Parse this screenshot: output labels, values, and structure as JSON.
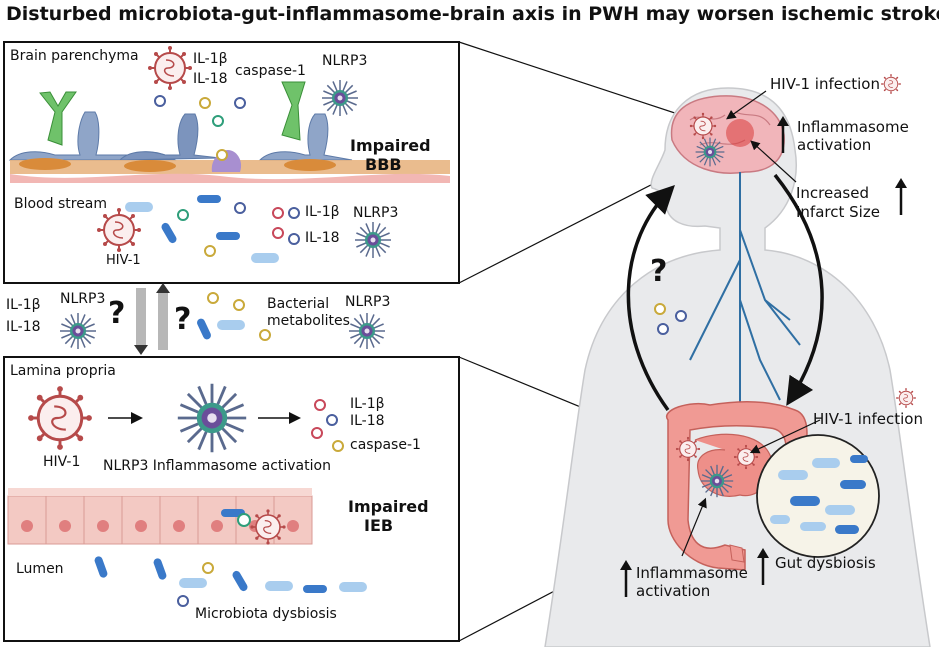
{
  "title": "Disturbed microbiota-gut-inflammasome-brain axis in PWH may worsen ischemic stroke",
  "top_panel": {
    "brain_parenchyma": "Brain parenchyma",
    "il1b": "IL-1β",
    "il18": "IL-18",
    "caspase1": "caspase-1",
    "nlrp3": "NLRP3",
    "impaired": "Impaired",
    "bbb": "BBB",
    "blood_stream": "Blood stream",
    "hiv1": "HIV-1",
    "il1b_b": "IL-1β",
    "il18_b": "IL-18",
    "nlrp3_b": "NLRP3"
  },
  "middle": {
    "il1b": "IL-1β",
    "il18": "IL-18",
    "nlrp3": "NLRP3",
    "q1": "?",
    "q2": "?",
    "bacterial": "Bacterial",
    "metabolites": "metabolites",
    "nlrp3_b": "NLRP3"
  },
  "bottom_panel": {
    "lamina_propria": "Lamina propria",
    "hiv1": "HIV-1",
    "activation": "NLRP3 Inflammasome activation",
    "il1b": "IL-1β",
    "il18": "IL-18",
    "caspase1": "caspase-1",
    "impaired": "Impaired",
    "ieb": "IEB",
    "lumen": "Lumen",
    "dysbiosis": "Microbiota dysbiosis"
  },
  "right": {
    "hiv_infection_top": "HIV-1 infection",
    "inflammasome": "Inflammasome",
    "activation": "activation",
    "increased": "Increased",
    "infarct": "Infarct Size",
    "q": "?",
    "hiv_infection_gut": "HIV-1 infection",
    "inflammasome_b": "Inflammasome",
    "activation_b": "activation",
    "gut_dysbiosis": "Gut dysbiosis"
  },
  "colors": {
    "il1b_circle": "#c8485a",
    "il18_circle": "#4a5f9e",
    "caspase_circle": "#c9a93a",
    "green_circle": "#2e9e7a",
    "bacteria_dark": "#3a79c9",
    "bacteria_light": "#a9cdee",
    "virus": "#b64a4a",
    "epithelium": "#f3c9c3",
    "brain": "#f1b5ba",
    "body": "#e9eaec",
    "vessel": "#2f6fa3"
  },
  "icons": [
    "virus-icon",
    "inflammasome-icon",
    "neuron-icon",
    "astrocyte-icon",
    "bacteria-icon",
    "arrow-up-icon",
    "brain-icon",
    "intestine-icon",
    "human-silhouette-icon"
  ]
}
